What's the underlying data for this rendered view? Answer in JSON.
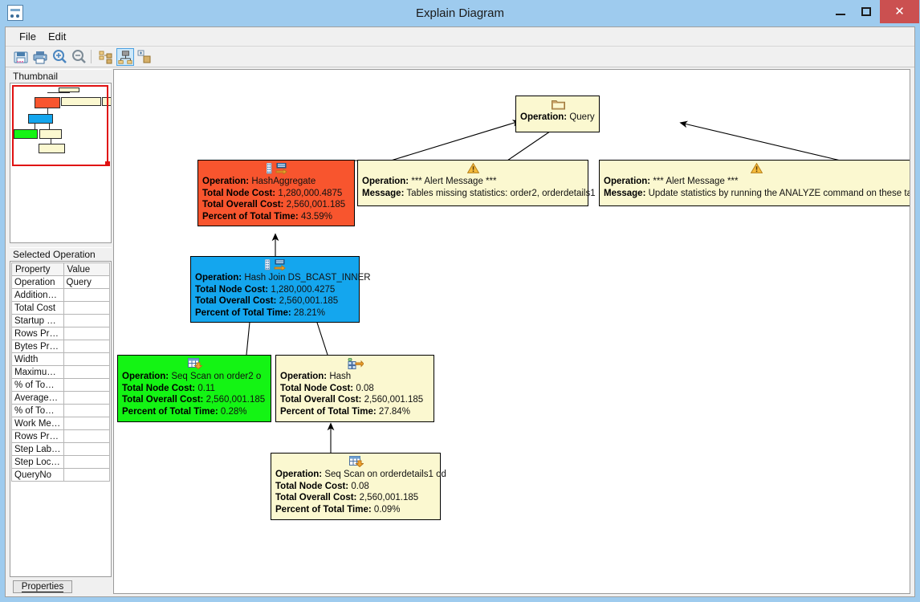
{
  "window": {
    "title": "Explain Diagram",
    "icon": "app-diagram-icon",
    "controls": {
      "minimize": "–",
      "maximize": "□",
      "close": "✕"
    }
  },
  "menubar": {
    "items": [
      {
        "label": "File"
      },
      {
        "label": "Edit"
      }
    ]
  },
  "toolbar": {
    "buttons": [
      {
        "name": "save-icon",
        "title": "Save"
      },
      {
        "name": "print-icon",
        "title": "Print"
      },
      {
        "name": "zoom-in-icon",
        "title": "Zoom In"
      },
      {
        "name": "zoom-out-icon",
        "title": "Zoom Out"
      },
      {
        "name": "tree-view-icon",
        "title": "Tree View"
      },
      {
        "name": "diagram-view-icon",
        "title": "Diagram View",
        "active": true
      },
      {
        "name": "expand-node-icon",
        "title": "Expand Nodes"
      }
    ]
  },
  "sidebar": {
    "thumbnail_title": "Thumbnail",
    "selected_operation_title": "Selected Operation",
    "properties_tab": "Properties",
    "table": {
      "headers": [
        "Property",
        "Value"
      ],
      "rows": [
        {
          "property": "Operation",
          "value": "Query"
        },
        {
          "property": "Addition…",
          "value": ""
        },
        {
          "property": "Total Cost",
          "value": ""
        },
        {
          "property": "Startup …",
          "value": ""
        },
        {
          "property": "Rows Pr…",
          "value": ""
        },
        {
          "property": "Bytes Pr…",
          "value": ""
        },
        {
          "property": "Width",
          "value": ""
        },
        {
          "property": "Maximu…",
          "value": ""
        },
        {
          "property": "% of To…",
          "value": ""
        },
        {
          "property": "Average…",
          "value": ""
        },
        {
          "property": "% of To…",
          "value": ""
        },
        {
          "property": "Work Me…",
          "value": ""
        },
        {
          "property": "Rows Pr…",
          "value": ""
        },
        {
          "property": "Step Lab…",
          "value": ""
        },
        {
          "property": "Step Loc…",
          "value": ""
        },
        {
          "property": "QueryNo",
          "value": ""
        }
      ]
    }
  },
  "diagram": {
    "labels": {
      "operation": "Operation:",
      "total_node_cost": "Total Node Cost:",
      "total_overall_cost": "Total Overall Cost:",
      "percent_of_total_time": "Percent of Total Time:",
      "message": "Message:"
    },
    "nodes": {
      "query": {
        "icon": "folder-icon",
        "operation": "Query",
        "color": "#fbf8d0"
      },
      "hash_aggregate": {
        "icon": "aggregate-icon",
        "operation": "HashAggregate",
        "total_node_cost": "1,280,000.4875",
        "total_overall_cost": "2,560,001.185",
        "percent_of_total_time": "43.59%",
        "color": "#f8552e"
      },
      "alert_1": {
        "icon": "warning-icon",
        "operation": "*** Alert Message ***",
        "message": "Tables missing statistics: order2, orderdetails1",
        "color": "#fbf8d0"
      },
      "alert_2": {
        "icon": "warning-icon",
        "operation": "*** Alert Message ***",
        "message": "Update statistics by running the ANALYZE command on these tables",
        "color": "#fbf8d0"
      },
      "hash_join": {
        "icon": "join-icon",
        "operation": "Hash Join DS_BCAST_INNER",
        "total_node_cost": "1,280,000.4275",
        "total_overall_cost": "2,560,001.185",
        "percent_of_total_time": "28.21%",
        "color": "#14a6ee"
      },
      "seq_scan_order2": {
        "icon": "table-scan-icon",
        "operation": "Seq Scan on order2 o",
        "total_node_cost": "0.11",
        "total_overall_cost": "2,560,001.185",
        "percent_of_total_time": "0.28%",
        "color": "#14f414"
      },
      "hash": {
        "icon": "hash-icon",
        "operation": "Hash",
        "total_node_cost": "0.08",
        "total_overall_cost": "2,560,001.185",
        "percent_of_total_time": "27.84%",
        "color": "#fbf8d0"
      },
      "seq_scan_orderdetails1": {
        "icon": "table-scan-icon",
        "operation": "Seq Scan on orderdetails1 od",
        "total_node_cost": "0.08",
        "total_overall_cost": "2,560,001.185",
        "percent_of_total_time": "0.09%",
        "color": "#fbf8d0"
      }
    }
  },
  "colors": {
    "titlebar": "#9ecbee",
    "close_button": "#cb5050",
    "selection_outline": "#e01111",
    "node_border": "#000000"
  }
}
